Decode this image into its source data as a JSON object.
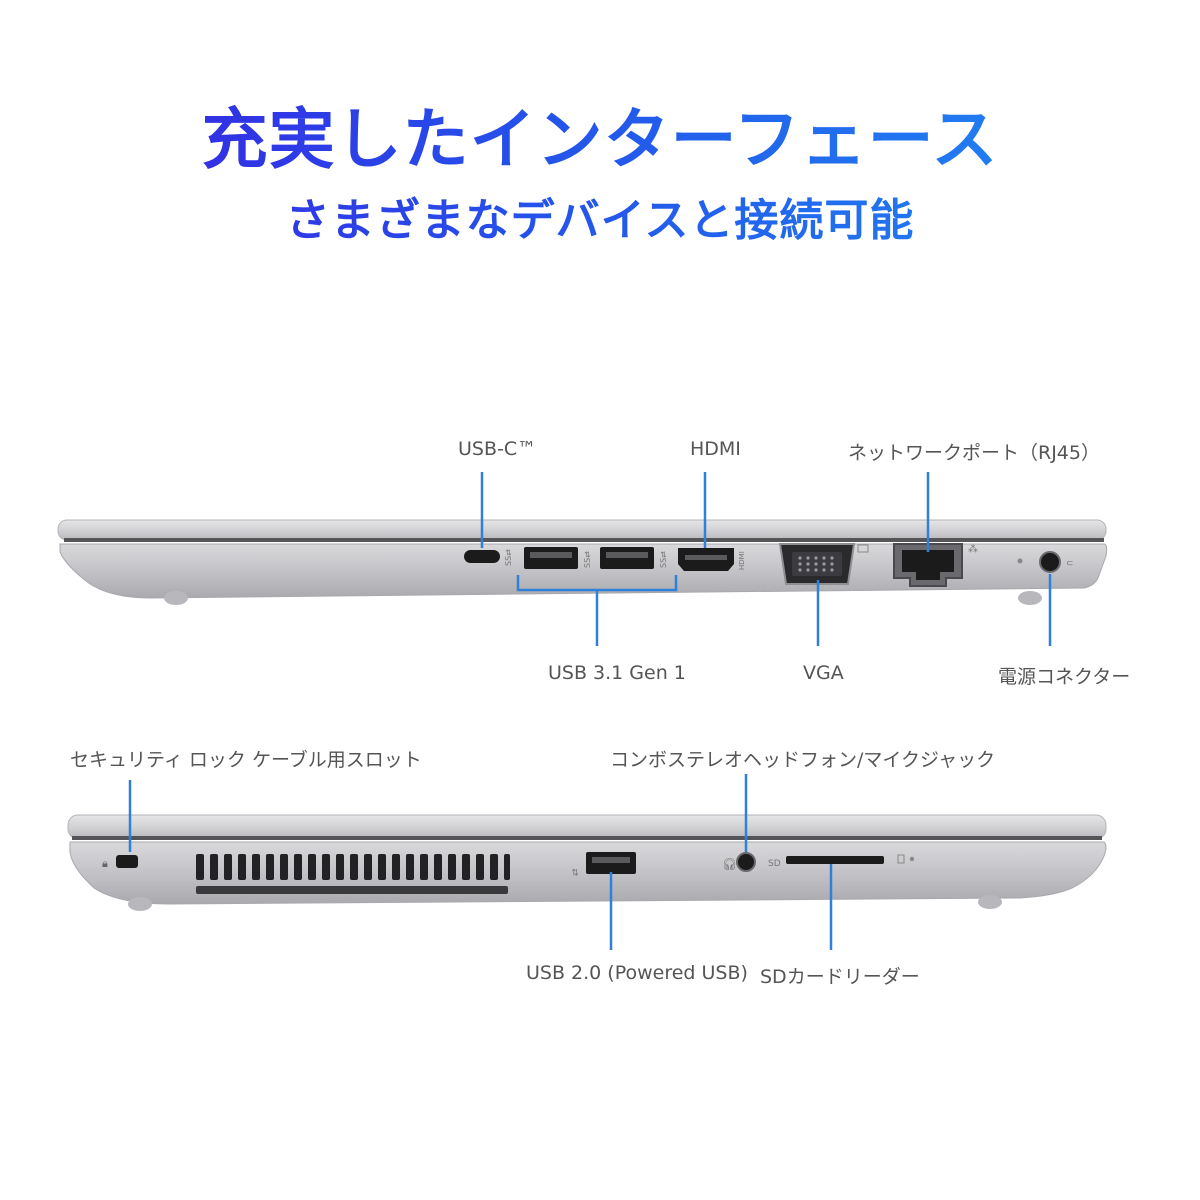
{
  "title": "充実したインターフェース",
  "subtitle": "さまざまなデバイスと接続可能",
  "colors": {
    "callout_line": "#2f80d8",
    "label_text": "#555555",
    "chassis": "#c9c9cc",
    "port": "#1b1b1b"
  },
  "top_view": {
    "labels": {
      "usb_c": "USB-C™",
      "hdmi": "HDMI",
      "network": "ネットワークポート（RJ45）",
      "usb31": "USB 3.1 Gen 1",
      "vga": "VGA",
      "power": "電源コネクター"
    }
  },
  "bottom_view": {
    "labels": {
      "security_lock": "セキュリティ ロック ケーブル用スロット",
      "audio_jack": "コンボステレオヘッドフォン/マイクジャック",
      "usb20": "USB 2.0 (Powered USB)",
      "sd_reader": "SDカードリーダー"
    }
  }
}
